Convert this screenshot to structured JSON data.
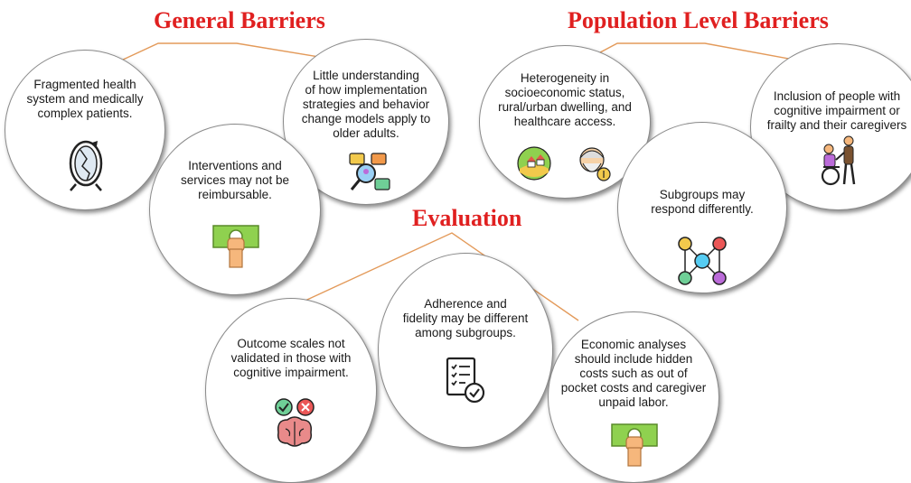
{
  "headings": {
    "general": "General Barriers",
    "population": "Population Level Barriers",
    "evaluation": "Evaluation"
  },
  "general": {
    "fragmented": "Fragmented health\nsystem and medically\ncomplex patients.",
    "understanding": "Little understanding\nof how implementation\nstrategies and behavior\nchange models apply to\nolder adults.",
    "reimbursable": "Interventions and\nservices may not be\nreimbursable."
  },
  "population": {
    "heterogeneity": "Heterogeneity in\nsocioeconomic status,\nrural/urban dwelling, and\nhealthcare access.",
    "inclusion": "Inclusion of people with\ncognitive impairment or\nfrailty and their caregivers",
    "subgroups": "Subgroups may\nrespond differently."
  },
  "evaluation": {
    "outcome": "Outcome scales not\nvalidated in those with\ncognitive impairment.",
    "adherence": "Adherence and\nfidelity may be different\namong subgroups.",
    "economic": "Economic analyses\nshould include hidden\ncosts such as out of\npocket costs and caregiver\nunpaid labor."
  },
  "colors": {
    "heading": "#e02020",
    "connector": "#e39a5a",
    "money": "#8fd14f",
    "skin": "#f6b77c",
    "brain": "#e98a8a"
  },
  "icons": [
    "broken-mirror-icon",
    "strategy-analysis-icon",
    "money-hand-icon",
    "rural-village-icon",
    "elderly-cost-icon",
    "caregiver-wheelchair-icon",
    "network-people-icon",
    "brain-check-icon",
    "checklist-icon"
  ]
}
